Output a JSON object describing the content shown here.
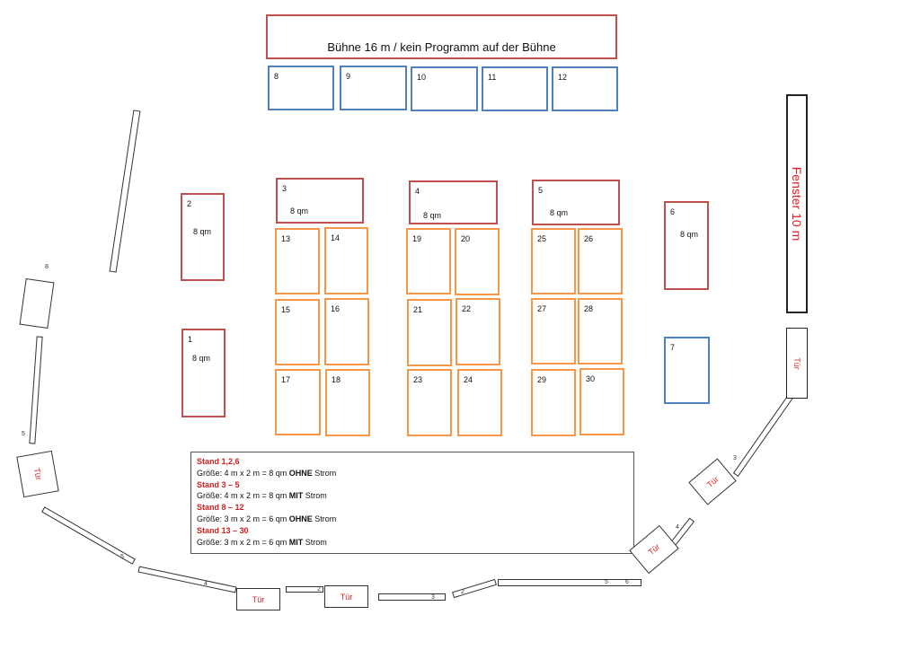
{
  "stage": {
    "label": "Bühne 16 m / kein Programm auf der Bühne"
  },
  "window": {
    "label": "Fenster 10 m"
  },
  "door_label": "Tür",
  "stands": {
    "s1": {
      "number": "1",
      "area": "8 qm"
    },
    "s2": {
      "number": "2",
      "area": "8 qm"
    },
    "s3": {
      "number": "3",
      "area": "8 qm"
    },
    "s4": {
      "number": "4",
      "area": "8 qm"
    },
    "s5": {
      "number": "5",
      "area": "8 qm"
    },
    "s6": {
      "number": "6",
      "area": "8 qm"
    },
    "s7": {
      "number": "7"
    },
    "s8": {
      "number": "8"
    },
    "s9": {
      "number": "9"
    },
    "s10": {
      "number": "10"
    },
    "s11": {
      "number": "11"
    },
    "s12": {
      "number": "12"
    },
    "s13": {
      "number": "13"
    },
    "s14": {
      "number": "14"
    },
    "s15": {
      "number": "15"
    },
    "s16": {
      "number": "16"
    },
    "s17": {
      "number": "17"
    },
    "s18": {
      "number": "18"
    },
    "s19": {
      "number": "19"
    },
    "s20": {
      "number": "20"
    },
    "s21": {
      "number": "21"
    },
    "s22": {
      "number": "22"
    },
    "s23": {
      "number": "23"
    },
    "s24": {
      "number": "24"
    },
    "s25": {
      "number": "25"
    },
    "s26": {
      "number": "26"
    },
    "s27": {
      "number": "27"
    },
    "s28": {
      "number": "28"
    },
    "s29": {
      "number": "29"
    },
    "s30": {
      "number": "30"
    }
  },
  "wall_marks": [
    "8",
    "5",
    "5",
    "4",
    "2",
    "3",
    "2",
    "5",
    "6",
    "4",
    "3"
  ],
  "legend": [
    {
      "heading": "Stand 1,2,6",
      "size_prefix": "Größe: 4 m x 2 m = 8 qm ",
      "power": "OHNE",
      "suffix": " Strom"
    },
    {
      "heading": "Stand 3 – 5",
      "size_prefix": "Größe: 4 m x 2 m = 8 qm ",
      "power": "MIT",
      "suffix": " Strom"
    },
    {
      "heading": "Stand  8 – 12",
      "size_prefix": "Größe: 3 m x 2 m = 6 qm ",
      "power": "OHNE",
      "suffix": " Strom"
    },
    {
      "heading": "Stand 13 – 30",
      "size_prefix": "Größe: 3 m x 2 m = 6 qm ",
      "power": "MIT",
      "suffix": " Strom"
    }
  ]
}
